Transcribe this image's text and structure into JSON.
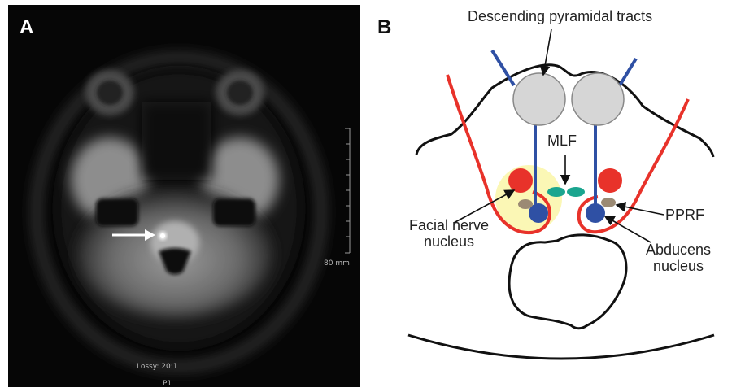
{
  "panel_a": {
    "label": "A",
    "scale_label": "80 mm",
    "compression_label": "Lossy: 20:1",
    "bottom_label": "P1",
    "arrow_icon": "white-arrow-icon"
  },
  "panel_b": {
    "label": "B",
    "labels": {
      "descending_pyramidal_tracts": "Descending pyramidal tracts",
      "mlf": "MLF",
      "facial_nerve_nucleus_line1": "Facial nerve",
      "facial_nerve_nucleus_line2": "nucleus",
      "pprf": "PPRF",
      "abducens_nucleus_line1": "Abducens",
      "abducens_nucleus_line2": "nucleus"
    },
    "colors": {
      "facial_nerve": "#e8322a",
      "abducens_nerve": "#2f50a4",
      "pyramidal_tract": "#d6d6d6",
      "mlf": "#1ba58f",
      "pprf": "#9b8a74",
      "lesion_highlight": "#fbf7b5",
      "outline": "#111111"
    }
  }
}
